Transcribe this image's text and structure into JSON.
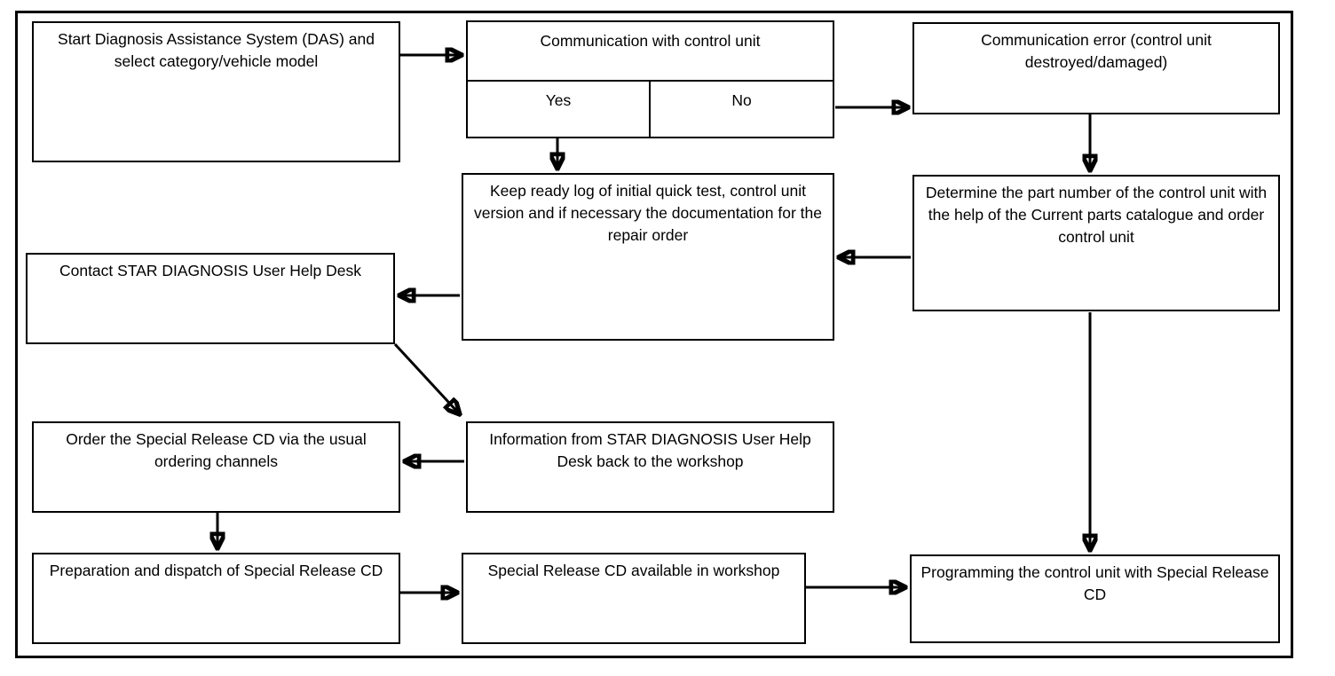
{
  "diagram": {
    "type": "flowchart",
    "background_color": "#ffffff",
    "line_color": "#000000",
    "nodes": {
      "start": {
        "label": "Start Diagnosis Assistance System (DAS) and select category/vehicle model"
      },
      "communication": {
        "label": "Communication with control unit",
        "yes_label": "Yes",
        "no_label": "No"
      },
      "comm_error": {
        "label": "Communication error (control unit destroyed/damaged)"
      },
      "determine_part": {
        "label": "Determine the part number of the control unit with the help of the Current parts catalogue and order control unit"
      },
      "keep_log": {
        "label": "Keep ready log of initial quick test, control unit version and if necessary the documentation for the repair order"
      },
      "contact_help_desk": {
        "label": "Contact STAR DIAGNOSIS User Help Desk"
      },
      "info_back": {
        "label": "Information from STAR DIAGNOSIS User Help Desk back to the workshop"
      },
      "order_cd": {
        "label": "Order the Special Release CD via the usual ordering channels"
      },
      "prep_dispatch": {
        "label": "Preparation and dispatch of Special Release CD"
      },
      "cd_available": {
        "label": "Special Release CD available in workshop"
      },
      "programming": {
        "label": "Programming the control unit with Special Release CD"
      }
    },
    "edges": [
      {
        "from": "start",
        "to": "communication",
        "direction": "right"
      },
      {
        "from": "communication.no",
        "to": "comm_error",
        "direction": "right"
      },
      {
        "from": "communication.yes",
        "to": "keep_log",
        "direction": "down"
      },
      {
        "from": "comm_error",
        "to": "determine_part",
        "direction": "down"
      },
      {
        "from": "determine_part",
        "to": "keep_log",
        "direction": "left"
      },
      {
        "from": "keep_log",
        "to": "contact_help_desk",
        "direction": "left"
      },
      {
        "from": "contact_help_desk",
        "to": "info_back",
        "direction": "diagonal-down-right"
      },
      {
        "from": "info_back",
        "to": "order_cd",
        "direction": "left"
      },
      {
        "from": "order_cd",
        "to": "prep_dispatch",
        "direction": "down"
      },
      {
        "from": "prep_dispatch",
        "to": "cd_available",
        "direction": "right"
      },
      {
        "from": "cd_available",
        "to": "programming",
        "direction": "right"
      },
      {
        "from": "determine_part",
        "to": "programming",
        "direction": "down"
      }
    ]
  }
}
